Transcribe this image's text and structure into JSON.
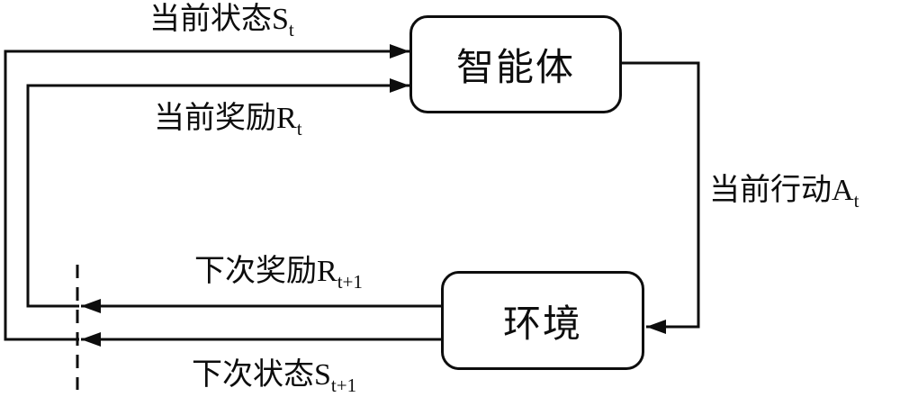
{
  "diagram": {
    "type": "reinforcement-learning-loop",
    "colors": {
      "stroke": "#0d0d0d",
      "background": "#ffffff"
    },
    "nodes": {
      "agent": {
        "label": "智能体"
      },
      "environment": {
        "label": "环境"
      }
    },
    "edges": {
      "current_state": {
        "text": "当前状态S",
        "sub": "t"
      },
      "current_reward": {
        "text": "当前奖励R",
        "sub": "t"
      },
      "current_action": {
        "text": "当前行动A",
        "sub": "t"
      },
      "next_reward": {
        "text": "下次奖励R",
        "sub": "t+1"
      },
      "next_state": {
        "text": "下次状态S",
        "sub": "t+1"
      }
    }
  }
}
